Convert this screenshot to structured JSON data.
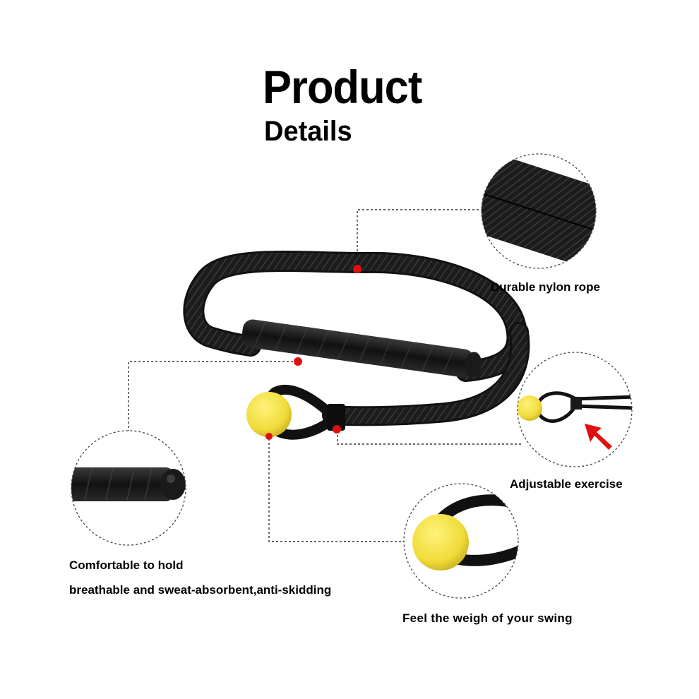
{
  "heading": {
    "title": "Product",
    "subtitle": "Details"
  },
  "callouts": {
    "rope": "Durable nylon rope",
    "adjustable": "Adjustable exercise",
    "hold": "Comfortable to hold",
    "hold_detail": "breathable and sweat-absorbent,anti-skidding",
    "swing": "Feel the weigh of your swing"
  },
  "colors": {
    "rope": "#1a1a1a",
    "ball": "#f2e14a",
    "marker": "#e01010",
    "arrow": "#e01010",
    "dash": "#333333"
  }
}
